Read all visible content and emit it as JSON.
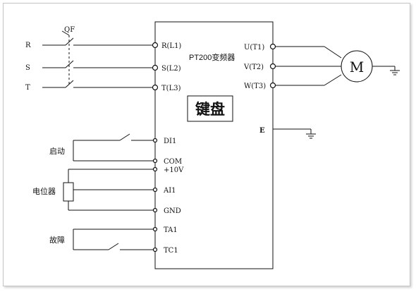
{
  "diagram": {
    "breaker_label": "QF",
    "mains": [
      "R",
      "S",
      "T"
    ],
    "vfd_title": "PT200变频器",
    "keypad_label": "键盘",
    "power_inputs": [
      "R(L1)",
      "S(L2)",
      "T(L3)"
    ],
    "outputs": [
      "U(T1)",
      "V(T2)",
      "W(T3)"
    ],
    "motor_label": "M",
    "earth_label": "E",
    "control_terminals": [
      "DI1",
      "COM",
      "+10V",
      "AI1",
      "GND",
      "TA1",
      "TC1"
    ],
    "start_label": "启动",
    "pot_label": "电位器",
    "fault_label": "故障"
  }
}
